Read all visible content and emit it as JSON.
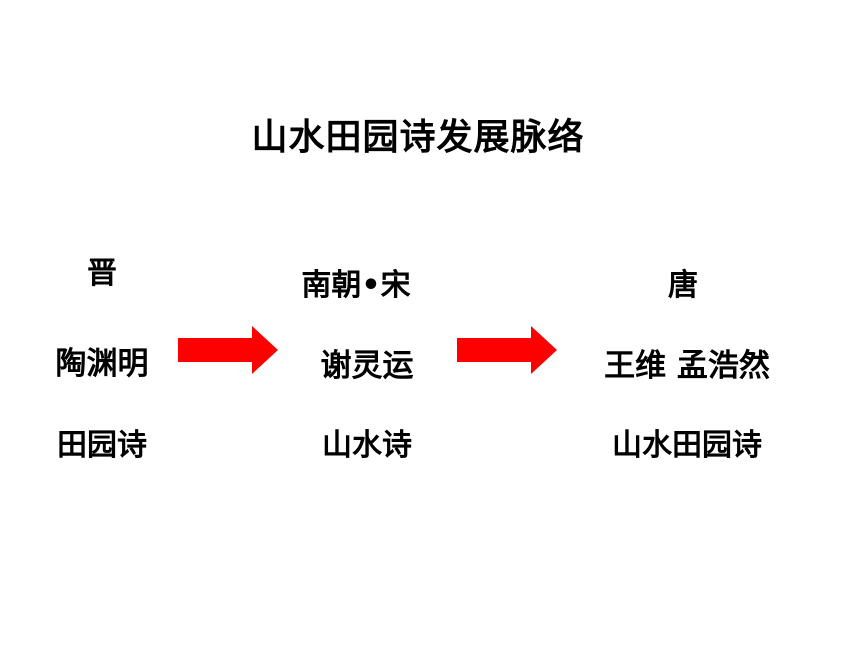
{
  "title": "山水田园诗发展脉络",
  "stages": [
    {
      "era": "晋",
      "poet": "陶渊明",
      "genre": "田园诗"
    },
    {
      "era": "南朝•宋",
      "poet": "谢灵运",
      "genre": "山水诗"
    },
    {
      "era": "唐",
      "poet": "王维 孟浩然",
      "genre": "山水田园诗"
    }
  ],
  "colors": {
    "arrow": "#ff0000",
    "text": "#000000",
    "background": "#ffffff"
  }
}
